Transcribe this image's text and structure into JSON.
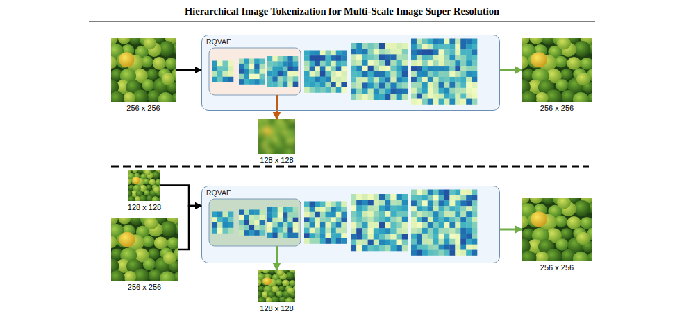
{
  "diagram": {
    "title": "Hierarchical Image Tokenization for Multi-Scale Image Super Resolution",
    "nodes": [
      {
        "text": [
          "256 x 256"
        ]
      },
      {
        "text": [
          "RQVAE"
        ]
      },
      {
        "text": [
          "256 x 256"
        ]
      },
      {
        "text": [
          "128 x 128"
        ]
      },
      {
        "text": [
          "128 x 128"
        ]
      },
      {
        "text": [
          "256 x 256"
        ]
      },
      {
        "text": [
          "RQVAE"
        ]
      },
      {
        "text": [
          "256 x 256"
        ]
      },
      {
        "text": [
          "128 x 128"
        ]
      }
    ],
    "edges": [
      {
        "from": 0,
        "to": 1,
        "arrow": "to"
      },
      {
        "from": 1,
        "to": 3,
        "arrow": "to"
      },
      {
        "from": 1,
        "to": 2,
        "arrow": "to"
      },
      {
        "from": 4,
        "to": 6,
        "arrow": "to"
      },
      {
        "from": 5,
        "to": 6,
        "arrow": "to"
      },
      {
        "from": 6,
        "to": 8,
        "arrow": "to"
      },
      {
        "from": 6,
        "to": 7,
        "arrow": "to"
      }
    ]
  }
}
